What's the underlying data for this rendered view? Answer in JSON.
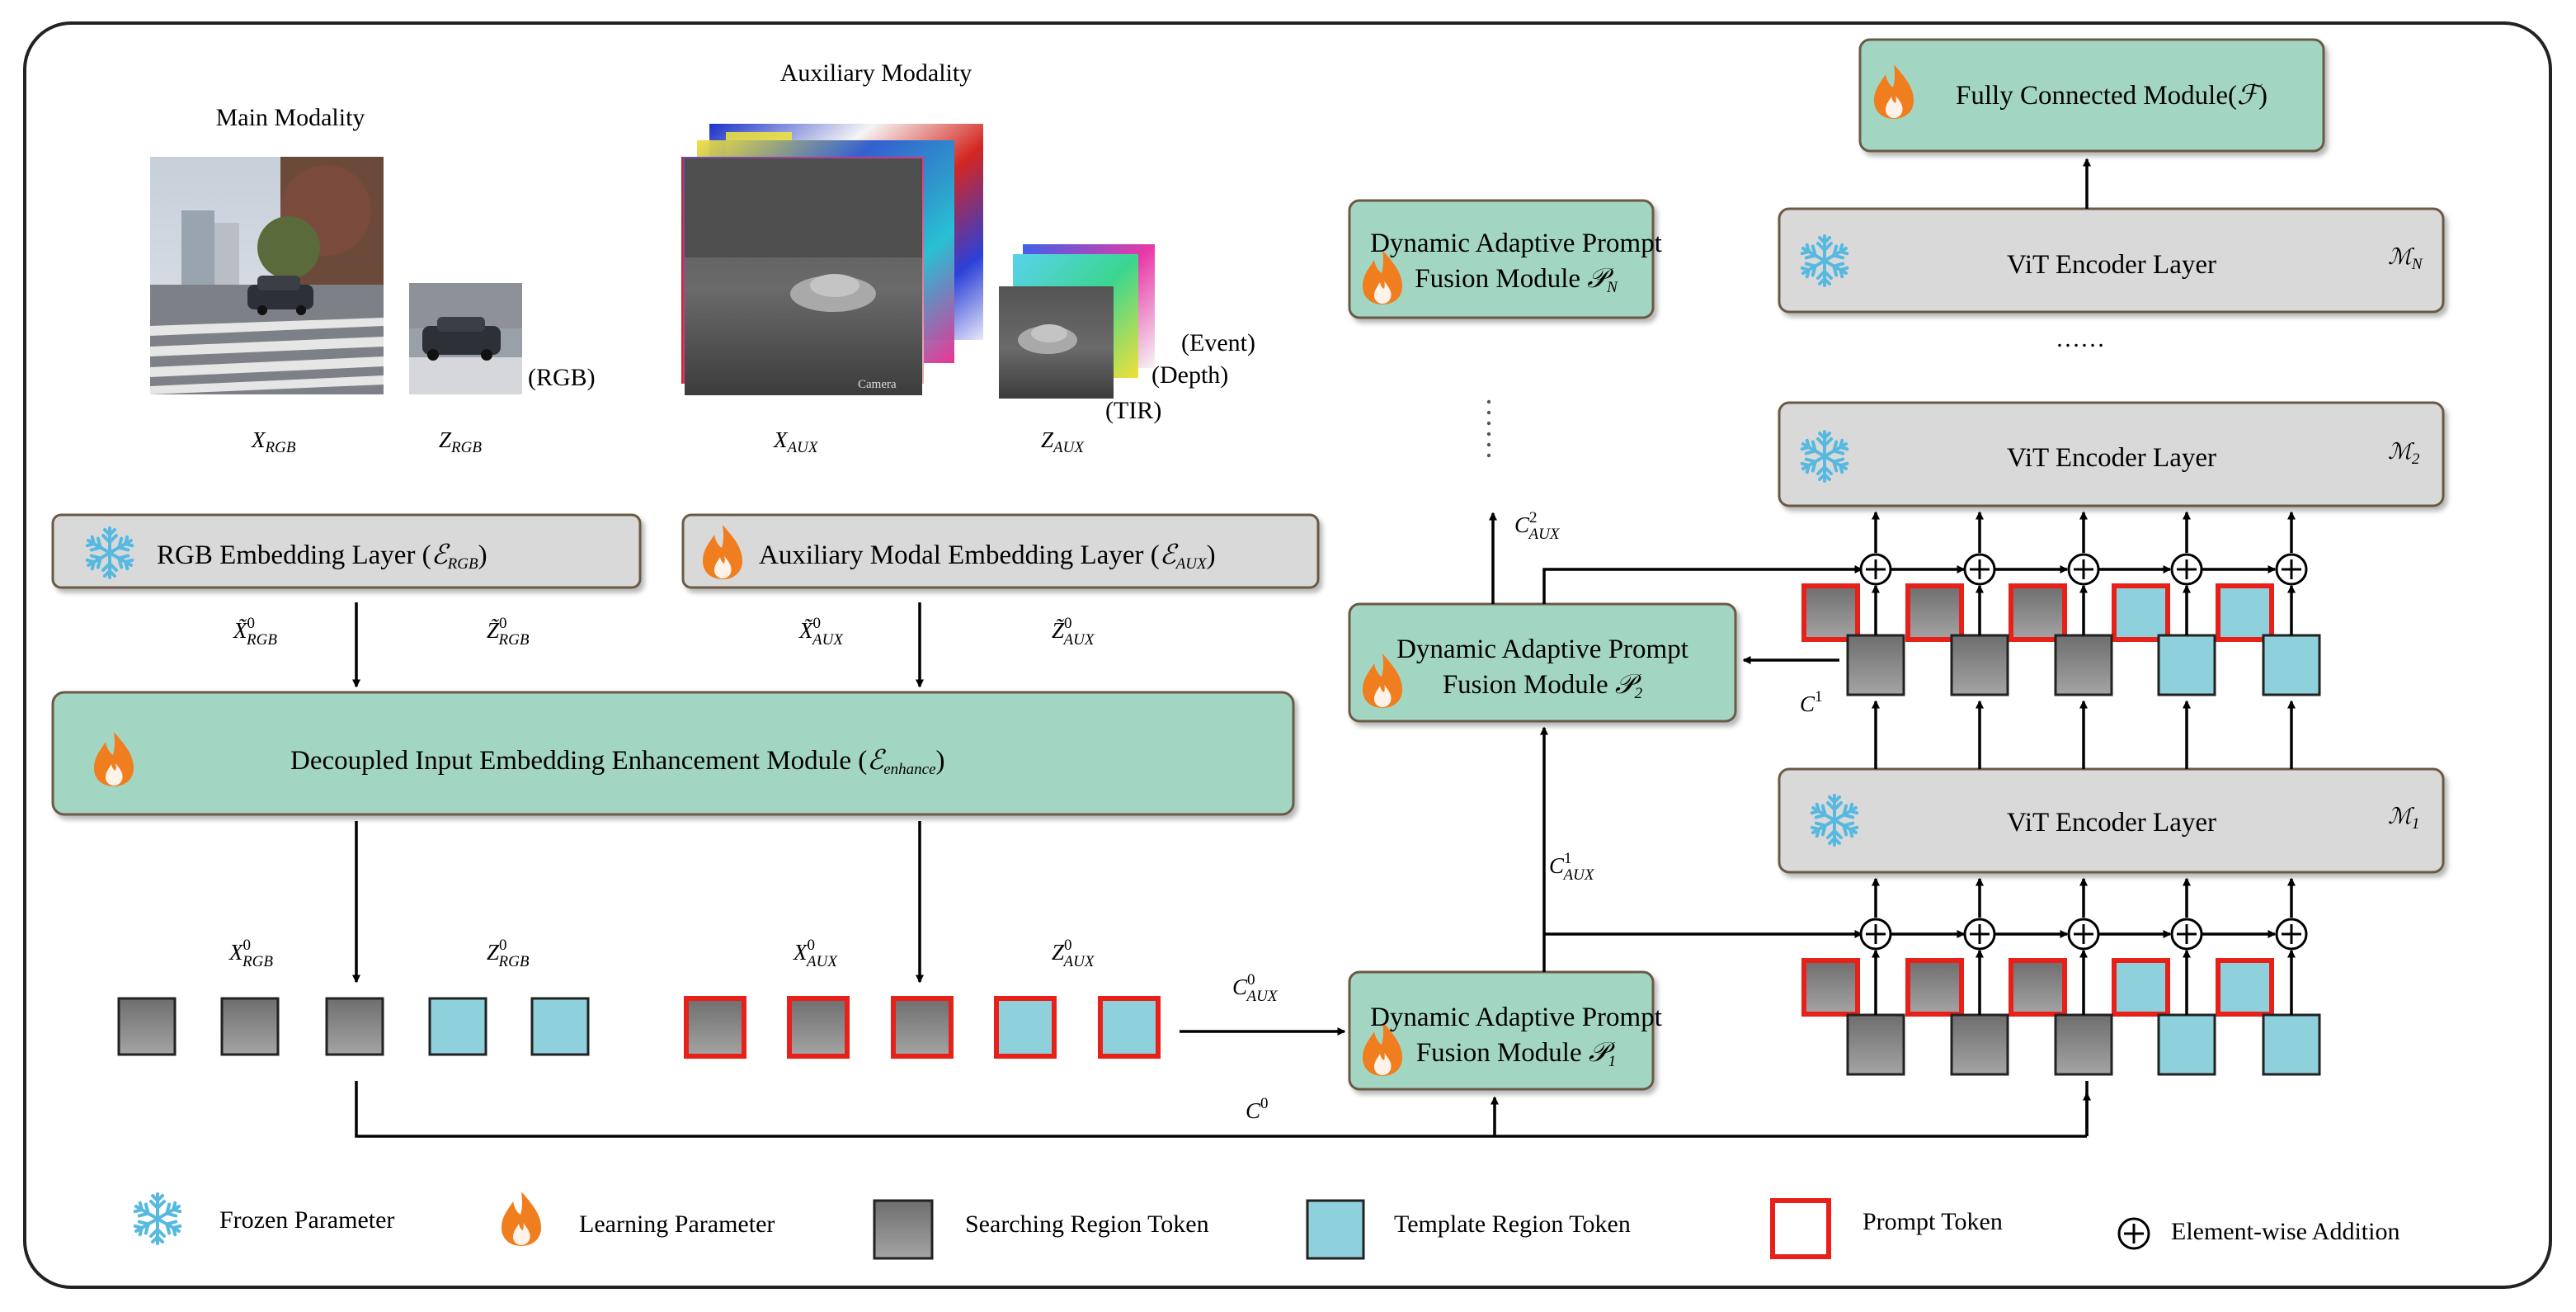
{
  "modalities": {
    "main_title": "Main Modality",
    "aux_title": "Auxiliary Modality",
    "rgb_tag": "(RGB)",
    "event_tag": "(Event)",
    "depth_tag": "(Depth)",
    "tir_tag": "(TIR)",
    "camera_watermark": "Camera"
  },
  "symbols": {
    "x_rgb": "X",
    "x_rgb_sub": "RGB",
    "z_rgb": "Z",
    "z_rgb_sub": "RGB",
    "x_aux": "X",
    "x_aux_sub": "AUX",
    "z_aux": "Z",
    "z_aux_sub": "AUX",
    "xt_rgb": "X̃",
    "xt_rgb_sup": "0",
    "xt_rgb_sub": "RGB",
    "zt_rgb": "Z̃",
    "zt_rgb_sup": "0",
    "zt_rgb_sub": "RGB",
    "xt_aux": "X̃",
    "xt_aux_sup": "0",
    "xt_aux_sub": "AUX",
    "zt_aux": "Z̃",
    "zt_aux_sup": "0",
    "zt_aux_sub": "AUX",
    "x0_rgb": "X",
    "x0_rgb_sup": "0",
    "x0_rgb_sub": "RGB",
    "z0_rgb": "Z",
    "z0_rgb_sup": "0",
    "z0_rgb_sub": "RGB",
    "x0_aux": "X",
    "x0_aux_sup": "0",
    "x0_aux_sub": "AUX",
    "z0_aux": "Z",
    "z0_aux_sup": "0",
    "z0_aux_sub": "AUX",
    "c0_aux": "C",
    "c0_aux_sup": "0",
    "c0_aux_sub": "AUX",
    "c1_aux": "C",
    "c1_aux_sup": "1",
    "c1_aux_sub": "AUX",
    "c2_aux": "C",
    "c2_aux_sup": "2",
    "c2_aux_sub": "AUX",
    "c0": "C",
    "c0_sup": "0",
    "c1": "C",
    "c1_sup": "1"
  },
  "modules": {
    "rgb_embed": "RGB Embedding Layer (",
    "rgb_embed_sym": "ℰ",
    "rgb_embed_sub": "RGB",
    "aux_embed": "Auxiliary Modal Embedding Layer (",
    "aux_embed_sym": "ℰ",
    "aux_embed_sub": "AUX",
    "enhance": "Decoupled Input Embedding Enhancement Module (",
    "enhance_sym": "ℰ",
    "enhance_sub": "enhance",
    "dapf_line1": "Dynamic Adaptive Prompt",
    "dapf_line2": "Fusion Module ",
    "dapf_sym": "𝒫",
    "dapf_sub_1": "1",
    "dapf_sub_2": "2",
    "dapf_sub_n": "N",
    "vit": "ViT Encoder Layer",
    "m_sym": "ℳ",
    "m_sub_1": "1",
    "m_sub_2": "2",
    "m_sub_n": "N",
    "fc": "Fully Connected Module(",
    "fc_sym": "ℱ",
    "ellipsis": "……"
  },
  "legend": {
    "frozen": "Frozen Parameter",
    "learning": "Learning Parameter",
    "search": "Searching Region Token",
    "template": "Template Region Token",
    "prompt": "Prompt Token",
    "addition": "Element-wise Addition"
  },
  "colors": {
    "module_green": "#a3d6c2",
    "layer_gray": "#d9d9d9",
    "search_token": "#8c8c8c",
    "template_token": "#8ed0dc",
    "prompt_border": "#e8201a",
    "snowflake": "#57b9e0",
    "flame": "#f07d1e"
  }
}
